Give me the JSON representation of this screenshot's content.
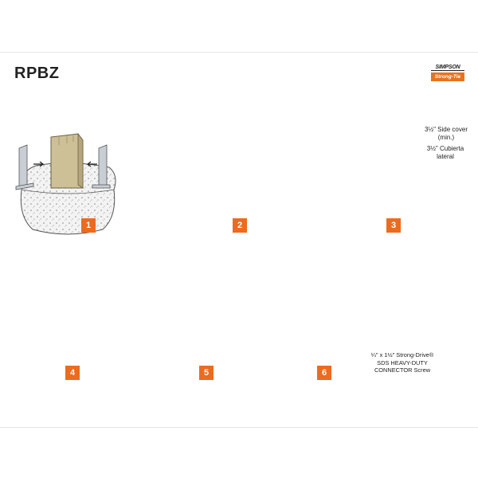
{
  "title": "RPBZ",
  "logo": {
    "top_text": "SIMPSON",
    "bottom_text": "Strong-Tie"
  },
  "steps": [
    {
      "number": "1"
    },
    {
      "number": "2"
    },
    {
      "number": "3",
      "side_cover_en": "3½\" Side cover (min.)",
      "side_cover_es": "3½\" Cubierta lateral"
    },
    {
      "number": "4"
    },
    {
      "number": "5"
    },
    {
      "number": "6"
    }
  ],
  "screw": {
    "line1": "¼\" x 1½\" Strong-Drive®",
    "line2": "SDS HEAVY-DUTY",
    "line3": "CONNECTOR Screw"
  },
  "colors": {
    "accent": "#ec6b1f",
    "wood": "#cdbf96",
    "steel": "#c8ced3",
    "concrete": "#f1f1f1"
  }
}
